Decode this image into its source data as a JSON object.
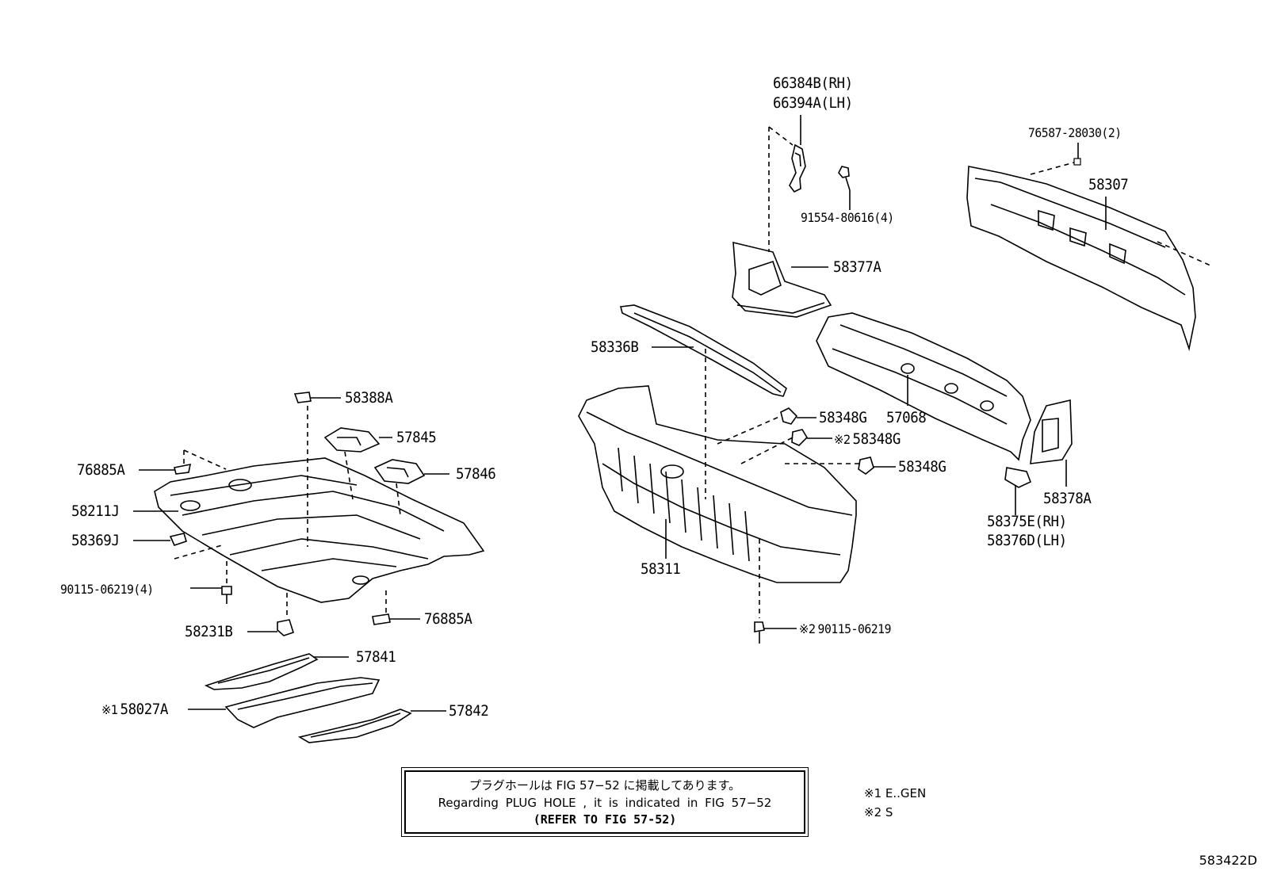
{
  "labels": {
    "p66384b": "66384B(RH)",
    "p66394a": "66394A(LH)",
    "p76587": "76587-28030(2)",
    "p58307": "58307",
    "p91554": "91554-80616(4)",
    "p58377a": "58377A",
    "p58336b": "58336B",
    "p57068": "57068",
    "p58348g_1": "58348G",
    "p58348g_2": "58348G",
    "p58348g_3": "58348G",
    "p58378a": "58378A",
    "p58375e": "58375E(RH)",
    "p58376d": "58376D(LH)",
    "p58311": "58311",
    "p90115_b": "90115-06219",
    "p58388a": "58388A",
    "p57845": "57845",
    "p57846": "57846",
    "p76885a_1": "76885A",
    "p58211j": "58211J",
    "p58369j": "58369J",
    "p90115_a": "90115-06219(4)",
    "p76885a_2": "76885A",
    "p58231b": "58231B",
    "p57841": "57841",
    "p58027a": "58027A",
    "p57842": "57842"
  },
  "marks": {
    "m1": "※1",
    "m2": "※2"
  },
  "note": {
    "line1": "プラグホールは FIG 57−52 に掲載してあります。",
    "line2": "Regarding PLUG HOLE , it is indicated in FIG 57−52",
    "line3": "(REFER TO FIG 57-52)"
  },
  "legend": {
    "item1": "※1 E..GEN",
    "item2": "※2 S"
  },
  "figure_id": "583422D"
}
